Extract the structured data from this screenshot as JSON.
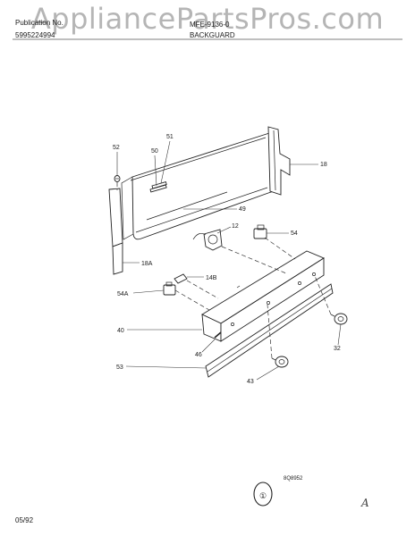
{
  "header": {
    "publication_label": "Publication No.",
    "publication_number": "5995224994",
    "model_line": "MFE-9136-0",
    "section_title": "BACKGUARD",
    "watermark": "AppliancePartsPros.com"
  },
  "diagram": {
    "callouts": [
      "52",
      "50",
      "51",
      "18",
      "49",
      "12",
      "54",
      "18A",
      "14B",
      "54A",
      "40",
      "46",
      "32",
      "53",
      "43"
    ],
    "figure_code": "8Q8952",
    "page_mark": "①",
    "corner_mark": "A"
  },
  "footer": {
    "date": "05/92"
  }
}
